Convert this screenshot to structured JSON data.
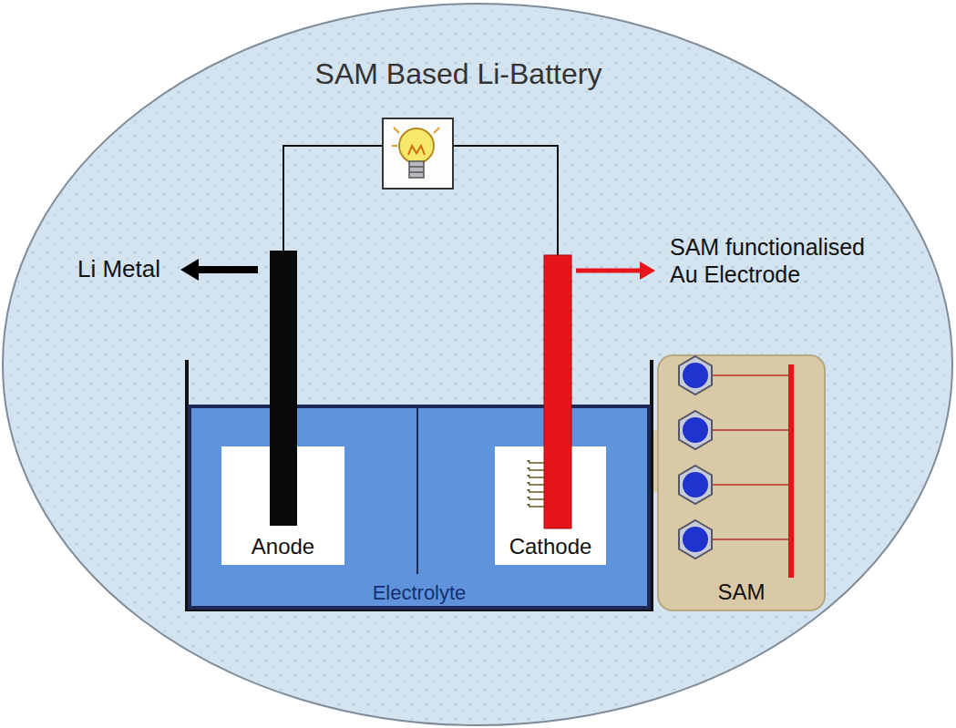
{
  "diagram": {
    "title": "SAM Based Li-Battery",
    "nodes": [
      {
        "text": [
          "Electrolyte"
        ]
      },
      {
        "text": [
          "Anode"
        ],
        "in": 0
      },
      {
        "text": [
          "Cathode"
        ],
        "in": 0
      },
      {
        "text": [
          "SAM"
        ]
      }
    ],
    "labels": [
      "Li Metal",
      "SAM functionalised Au Electrode"
    ]
  }
}
